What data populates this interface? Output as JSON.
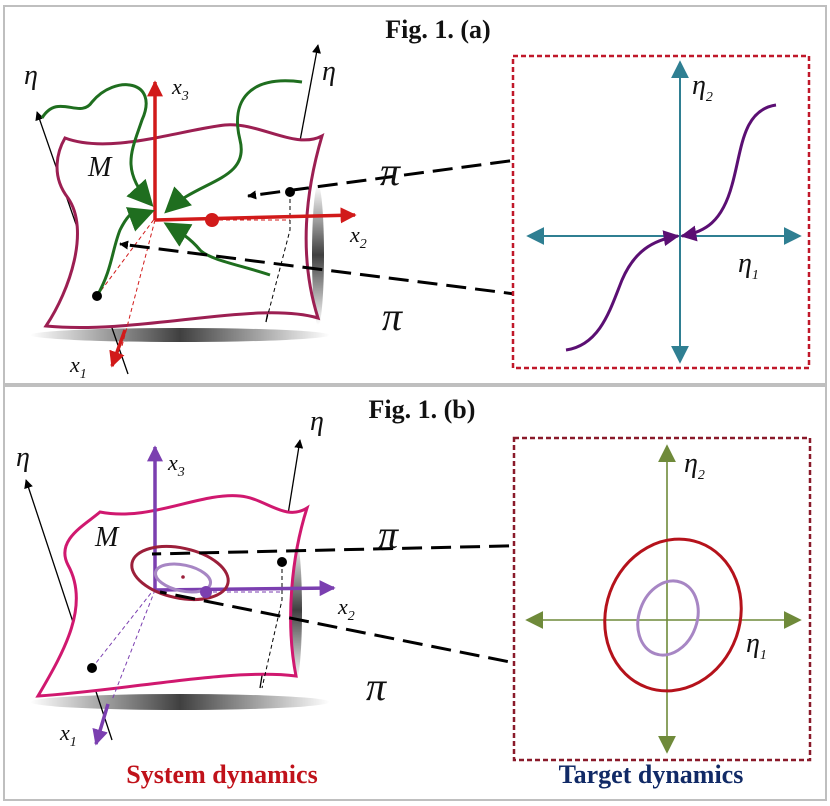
{
  "panel_a": {
    "title": "Fig. 1. (a)",
    "manifold_label": "M",
    "eta_label": "η",
    "axis_x1": "x",
    "axis_x1_sub": "1",
    "axis_x2": "x",
    "axis_x2_sub": "2",
    "axis_x3": "x",
    "axis_x3_sub": "3",
    "map_label": "π",
    "target_eta1": "η",
    "target_eta1_sub": "1",
    "target_eta2": "η",
    "target_eta2_sub": "2"
  },
  "panel_b": {
    "title": "Fig. 1. (b)",
    "manifold_label": "M",
    "eta_label": "η",
    "axis_x1": "x",
    "axis_x1_sub": "1",
    "axis_x2": "x",
    "axis_x2_sub": "2",
    "axis_x3": "x",
    "axis_x3_sub": "3",
    "map_label": "π",
    "target_eta1": "η",
    "target_eta1_sub": "1",
    "target_eta2": "η",
    "target_eta2_sub": "2"
  },
  "captions": {
    "system": "System dynamics",
    "target": "Target dynamics"
  },
  "colors": {
    "frame": "#bfbfbf",
    "manifold_a": "#9c1f52",
    "manifold_b": "#d0186f",
    "trajectory_a": "#1f6e1f",
    "axis_a": "#d11a1a",
    "axis_b": "#7b3fb0",
    "curve_a": "#5b0f73",
    "target_axis_a": "#2f7f92",
    "target_axis_b": "#6f8a3a",
    "orbit_outer": "#b5121b",
    "orbit_inner": "#a786c4",
    "box_a": "#c0182a",
    "box_b": "#8a1a2a",
    "caption_system": "#c0121a",
    "caption_target": "#112a66"
  }
}
